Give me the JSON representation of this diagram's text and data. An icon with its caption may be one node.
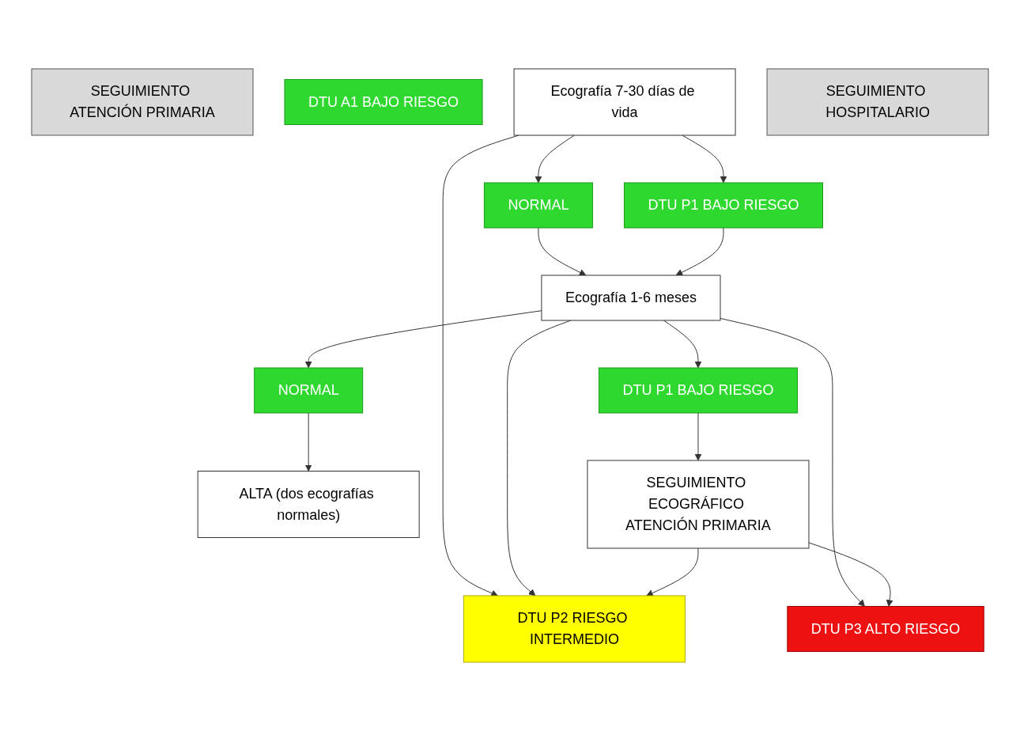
{
  "diagram": {
    "nodes": [
      {
        "text": [
          "SEGUIMIENTO ATENCIÓN PRIMARIA"
        ]
      },
      {
        "text": [
          "DTU A1 BAJO RIESGO"
        ]
      },
      {
        "text": [
          "Ecografía 7-30 días de vida"
        ]
      },
      {
        "text": [
          "NORMAL"
        ]
      },
      {
        "text": [
          "DTU P1 BAJO RIESGO"
        ]
      },
      {
        "text": [
          "DTU P2 RIESGO INTERMEDIO"
        ]
      },
      {
        "text": [
          "Ecografía 1-6 meses"
        ]
      },
      {
        "text": [
          "DTU P3 ALTO RIESGO"
        ]
      },
      {
        "text": [
          "NORMAL"
        ]
      },
      {
        "text": [
          "DTU P1 BAJO RIESGO"
        ]
      },
      {
        "text": [
          "ALTA (dos ecografías normales)"
        ]
      },
      {
        "text": [
          "SEGUIMIENTO ECOGRÁFICO ATENCIÓN PRIMARIA"
        ]
      },
      {
        "text": [
          "SEGUIMIENTO HOSPITALARIO"
        ]
      }
    ],
    "edges": [
      {
        "from": 2,
        "to": 3,
        "arrow": "to"
      },
      {
        "from": 2,
        "to": 4,
        "arrow": "to"
      },
      {
        "from": 2,
        "to": 5,
        "arrow": "to"
      },
      {
        "from": 3,
        "to": 6,
        "arrow": "to"
      },
      {
        "from": 4,
        "to": 6,
        "arrow": "to"
      },
      {
        "from": 6,
        "to": 5,
        "arrow": "to"
      },
      {
        "from": 6,
        "to": 7,
        "arrow": "to"
      },
      {
        "from": 6,
        "to": 8,
        "arrow": "to"
      },
      {
        "from": 6,
        "to": 9,
        "arrow": "to"
      },
      {
        "from": 8,
        "to": 10,
        "arrow": "to"
      },
      {
        "from": 9,
        "to": 11,
        "arrow": "to"
      },
      {
        "from": 11,
        "to": 5,
        "arrow": "to"
      },
      {
        "from": 11,
        "to": 7,
        "arrow": "to"
      }
    ]
  }
}
